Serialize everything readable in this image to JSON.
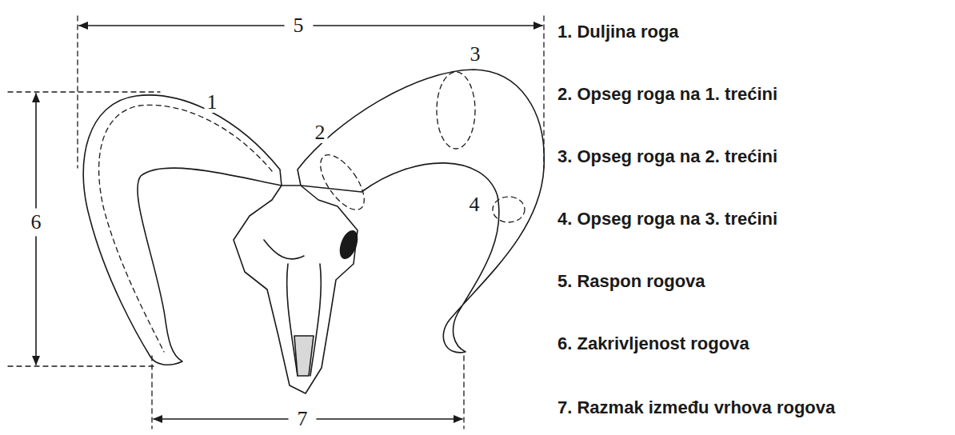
{
  "diagram": {
    "labels": [
      "5",
      "3",
      "1",
      "2",
      "6",
      "4",
      "7",
      "1. Duljina roga",
      "2. Opseg roga na 1. trećini",
      "3. Opseg roga na 2. trećini",
      "4. Opseg roga na 3. trećini",
      "5. Raspon rogova",
      "6. Zakrivljenost rogova",
      "7. Razmak između vrhova rogova"
    ]
  }
}
